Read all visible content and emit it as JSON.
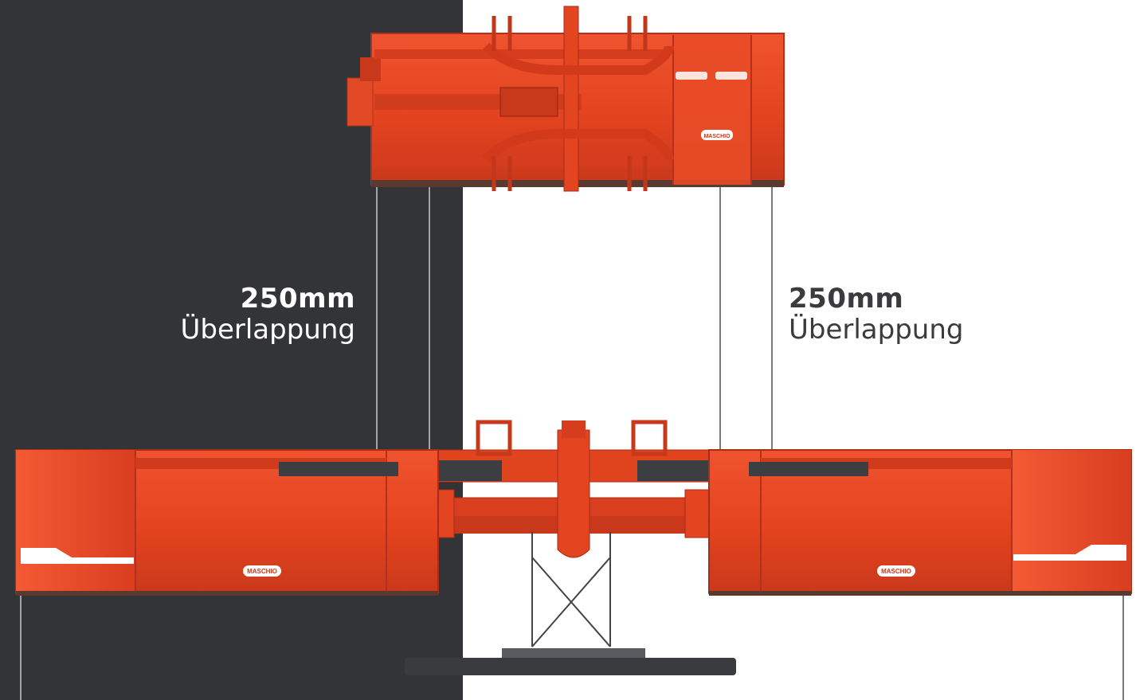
{
  "overlap_left": {
    "value": "250mm",
    "caption": "Überlappung"
  },
  "overlap_right": {
    "value": "250mm",
    "caption": "Überlappung"
  },
  "brand_front": "MASCHIO",
  "brand_left_wing": "MASCHIO",
  "brand_right_wing": "MASCHIO",
  "colors": {
    "panel_dark": "#333438",
    "machine_red": "#e8452a",
    "machine_red_dark": "#b5301c",
    "frame_dark": "#3a3b3e",
    "line": "#222222"
  }
}
